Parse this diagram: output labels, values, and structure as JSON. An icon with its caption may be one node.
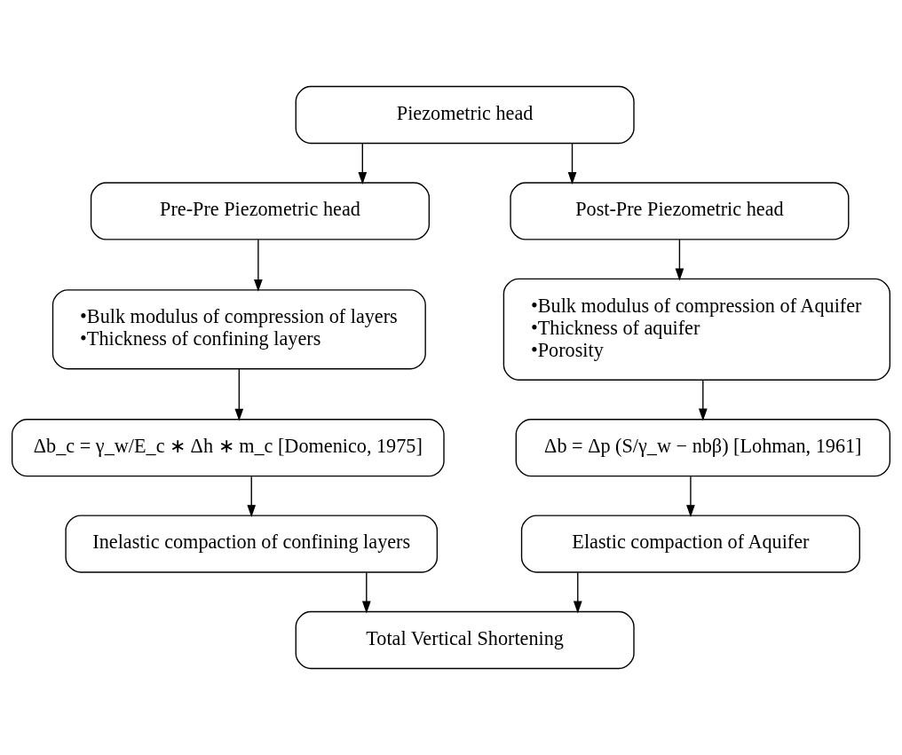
{
  "diagram": {
    "nodes": [
      {
        "text": [
          "Piezometric head"
        ]
      },
      {
        "text": [
          "Pre-Pre Piezometric head"
        ]
      },
      {
        "text": [
          "Post-Pre Piezometric head"
        ]
      },
      {
        "text": [
          "•Bulk modulus of compression of layers",
          "•Thickness of confining layers"
        ]
      },
      {
        "text": [
          "•Bulk modulus of compression of Aquifer",
          "•Thickness of aquifer",
          "•Porosity"
        ]
      },
      {
        "text": [
          "Δb_c = γ_w/E_c ∗ Δh ∗ m_c [Domenico, 1975]"
        ]
      },
      {
        "text": [
          "Δb = Δp (S/γ_w − nbβ) [Lohman, 1961]"
        ]
      },
      {
        "text": [
          "Inelastic compaction of confining layers"
        ]
      },
      {
        "text": [
          "Elastic compaction of Aquifer"
        ]
      },
      {
        "text": [
          "Total Vertical Shortening"
        ]
      }
    ],
    "edges": [
      {
        "from": 0,
        "to": 1,
        "arrow": "to"
      },
      {
        "from": 0,
        "to": 2,
        "arrow": "to"
      },
      {
        "from": 1,
        "to": 3,
        "arrow": "to"
      },
      {
        "from": 2,
        "to": 4,
        "arrow": "to"
      },
      {
        "from": 3,
        "to": 5,
        "arrow": "to"
      },
      {
        "from": 4,
        "to": 6,
        "arrow": "to"
      },
      {
        "from": 5,
        "to": 7,
        "arrow": "to"
      },
      {
        "from": 6,
        "to": 8,
        "arrow": "to"
      },
      {
        "from": 7,
        "to": 9,
        "arrow": "to"
      },
      {
        "from": 8,
        "to": 9,
        "arrow": "to"
      }
    ]
  }
}
